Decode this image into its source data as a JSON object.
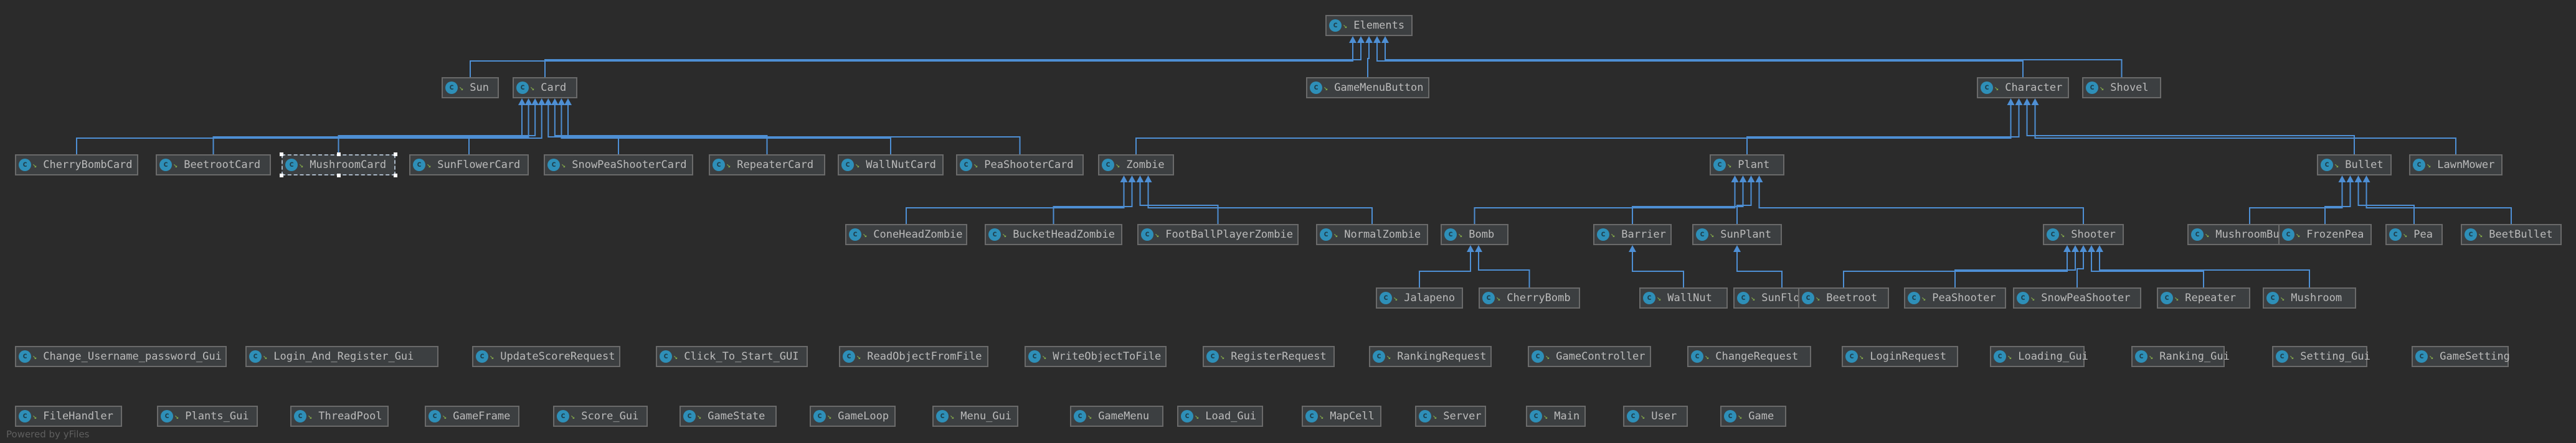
{
  "nodes": [
    {
      "id": "Elements",
      "label": "Elements",
      "icon": "class-icon"
    },
    {
      "id": "Sun",
      "label": "Sun",
      "icon": "class-icon"
    },
    {
      "id": "Card",
      "label": "Card",
      "icon": "class-icon"
    },
    {
      "id": "GameMenuButton",
      "label": "GameMenuButton",
      "icon": "class-icon"
    },
    {
      "id": "Character",
      "label": "Character",
      "icon": "class-icon"
    },
    {
      "id": "Shovel",
      "label": "Shovel",
      "icon": "class-icon"
    },
    {
      "id": "CherryBombCard",
      "label": "CherryBombCard",
      "icon": "class-icon"
    },
    {
      "id": "BeetrootCard",
      "label": "BeetrootCard",
      "icon": "class-icon"
    },
    {
      "id": "MushroomCard",
      "label": "MushroomCard",
      "icon": "class-icon"
    },
    {
      "id": "SunFlowerCard",
      "label": "SunFlowerCard",
      "icon": "class-icon"
    },
    {
      "id": "SnowPeaShooterCard",
      "label": "SnowPeaShooterCard",
      "icon": "class-icon"
    },
    {
      "id": "RepeaterCard",
      "label": "RepeaterCard",
      "icon": "class-icon"
    },
    {
      "id": "WallNutCard",
      "label": "WallNutCard",
      "icon": "class-icon"
    },
    {
      "id": "PeaShooterCard",
      "label": "PeaShooterCard",
      "icon": "class-icon"
    },
    {
      "id": "Zombie",
      "label": "Zombie",
      "icon": "class-icon"
    },
    {
      "id": "Plant",
      "label": "Plant",
      "icon": "class-icon"
    },
    {
      "id": "Bullet",
      "label": "Bullet",
      "icon": "class-icon"
    },
    {
      "id": "LawnMower",
      "label": "LawnMower",
      "icon": "class-icon"
    },
    {
      "id": "ConeHeadZombie",
      "label": "ConeHeadZombie",
      "icon": "class-icon"
    },
    {
      "id": "BucketHeadZombie",
      "label": "BucketHeadZombie",
      "icon": "class-icon"
    },
    {
      "id": "FootBallPlayerZombie",
      "label": "FootBallPlayerZombie",
      "icon": "class-icon"
    },
    {
      "id": "NormalZombie",
      "label": "NormalZombie",
      "icon": "class-icon"
    },
    {
      "id": "Bomb",
      "label": "Bomb",
      "icon": "class-icon"
    },
    {
      "id": "Barrier",
      "label": "Barrier",
      "icon": "class-icon"
    },
    {
      "id": "SunPlant",
      "label": "SunPlant",
      "icon": "class-icon"
    },
    {
      "id": "Shooter",
      "label": "Shooter",
      "icon": "class-icon"
    },
    {
      "id": "MushroomBullet",
      "label": "MushroomBullet",
      "icon": "class-icon"
    },
    {
      "id": "FrozenPea",
      "label": "FrozenPea",
      "icon": "class-icon"
    },
    {
      "id": "Pea",
      "label": "Pea",
      "icon": "class-icon"
    },
    {
      "id": "BeetBullet",
      "label": "BeetBullet",
      "icon": "class-icon"
    },
    {
      "id": "Jalapeno",
      "label": "Jalapeno",
      "icon": "class-icon"
    },
    {
      "id": "CherryBomb",
      "label": "CherryBomb",
      "icon": "class-icon"
    },
    {
      "id": "WallNut",
      "label": "WallNut",
      "icon": "class-icon"
    },
    {
      "id": "SunFlower",
      "label": "SunFlower",
      "icon": "class-icon"
    },
    {
      "id": "Beetroot",
      "label": "Beetroot",
      "icon": "class-icon"
    },
    {
      "id": "PeaShooter",
      "label": "PeaShooter",
      "icon": "class-icon"
    },
    {
      "id": "SnowPeaShooter",
      "label": "SnowPeaShooter",
      "icon": "class-icon"
    },
    {
      "id": "Repeater",
      "label": "Repeater",
      "icon": "class-icon"
    },
    {
      "id": "Mushroom",
      "label": "Mushroom",
      "icon": "class-icon"
    },
    {
      "id": "Change_Username_password_Gui",
      "label": "Change_Username_password_Gui",
      "icon": "class-icon"
    },
    {
      "id": "Login_And_Register_Gui",
      "label": "Login_And_Register_Gui",
      "icon": "class-icon"
    },
    {
      "id": "UpdateScoreRequest",
      "label": "UpdateScoreRequest",
      "icon": "class-icon"
    },
    {
      "id": "Click_To_Start_GUI",
      "label": "Click_To_Start_GUI",
      "icon": "class-icon"
    },
    {
      "id": "ReadObjectFromFile",
      "label": "ReadObjectFromFile",
      "icon": "class-icon"
    },
    {
      "id": "WriteObjectToFile",
      "label": "WriteObjectToFile",
      "icon": "class-icon"
    },
    {
      "id": "RegisterRequest",
      "label": "RegisterRequest",
      "icon": "class-icon"
    },
    {
      "id": "RankingRequest",
      "label": "RankingRequest",
      "icon": "class-icon"
    },
    {
      "id": "GameController",
      "label": "GameController",
      "icon": "class-icon"
    },
    {
      "id": "ChangeRequest",
      "label": "ChangeRequest",
      "icon": "class-icon"
    },
    {
      "id": "LoginRequest",
      "label": "LoginRequest",
      "icon": "class-icon"
    },
    {
      "id": "Loading_Gui",
      "label": "Loading_Gui",
      "icon": "class-icon"
    },
    {
      "id": "Ranking_Gui",
      "label": "Ranking_Gui",
      "icon": "class-icon"
    },
    {
      "id": "Setting_Gui",
      "label": "Setting_Gui",
      "icon": "class-icon"
    },
    {
      "id": "GameSetting",
      "label": "GameSetting",
      "icon": "class-icon"
    },
    {
      "id": "FileHandler",
      "label": "FileHandler",
      "icon": "class-icon"
    },
    {
      "id": "Plants_Gui",
      "label": "Plants_Gui",
      "icon": "class-icon"
    },
    {
      "id": "ThreadPool",
      "label": "ThreadPool",
      "icon": "class-icon"
    },
    {
      "id": "GameFrame",
      "label": "GameFrame",
      "icon": "class-icon"
    },
    {
      "id": "Score_Gui",
      "label": "Score_Gui",
      "icon": "class-icon"
    },
    {
      "id": "GameState",
      "label": "GameState",
      "icon": "class-icon"
    },
    {
      "id": "GameLoop",
      "label": "GameLoop",
      "icon": "class-icon"
    },
    {
      "id": "Menu_Gui",
      "label": "Menu_Gui",
      "icon": "class-icon"
    },
    {
      "id": "GameMenu",
      "label": "GameMenu",
      "icon": "class-icon"
    },
    {
      "id": "Load_Gui",
      "label": "Load_Gui",
      "icon": "class-icon"
    },
    {
      "id": "MapCell",
      "label": "MapCell",
      "icon": "class-icon"
    },
    {
      "id": "Server",
      "label": "Server",
      "icon": "class-icon"
    },
    {
      "id": "Main",
      "label": "Main",
      "icon": "class-icon"
    },
    {
      "id": "User",
      "label": "User",
      "icon": "class-icon"
    },
    {
      "id": "Game",
      "label": "Game",
      "icon": "class-icon"
    }
  ],
  "edges": [
    {
      "from": "Sun",
      "to": "Elements"
    },
    {
      "from": "Card",
      "to": "Elements"
    },
    {
      "from": "GameMenuButton",
      "to": "Elements"
    },
    {
      "from": "Character",
      "to": "Elements"
    },
    {
      "from": "Shovel",
      "to": "Elements"
    },
    {
      "from": "CherryBombCard",
      "to": "Card"
    },
    {
      "from": "BeetrootCard",
      "to": "Card"
    },
    {
      "from": "MushroomCard",
      "to": "Card"
    },
    {
      "from": "SunFlowerCard",
      "to": "Card"
    },
    {
      "from": "SnowPeaShooterCard",
      "to": "Card"
    },
    {
      "from": "RepeaterCard",
      "to": "Card"
    },
    {
      "from": "WallNutCard",
      "to": "Card"
    },
    {
      "from": "PeaShooterCard",
      "to": "Card"
    },
    {
      "from": "Zombie",
      "to": "Character"
    },
    {
      "from": "Plant",
      "to": "Character"
    },
    {
      "from": "Bullet",
      "to": "Character"
    },
    {
      "from": "LawnMower",
      "to": "Character"
    },
    {
      "from": "ConeHeadZombie",
      "to": "Zombie"
    },
    {
      "from": "BucketHeadZombie",
      "to": "Zombie"
    },
    {
      "from": "FootBallPlayerZombie",
      "to": "Zombie"
    },
    {
      "from": "NormalZombie",
      "to": "Zombie"
    },
    {
      "from": "Bomb",
      "to": "Plant"
    },
    {
      "from": "Barrier",
      "to": "Plant"
    },
    {
      "from": "SunPlant",
      "to": "Plant"
    },
    {
      "from": "Shooter",
      "to": "Plant"
    },
    {
      "from": "MushroomBullet",
      "to": "Bullet"
    },
    {
      "from": "FrozenPea",
      "to": "Bullet"
    },
    {
      "from": "Pea",
      "to": "Bullet"
    },
    {
      "from": "BeetBullet",
      "to": "Bullet"
    },
    {
      "from": "Jalapeno",
      "to": "Bomb"
    },
    {
      "from": "CherryBomb",
      "to": "Bomb"
    },
    {
      "from": "WallNut",
      "to": "Barrier"
    },
    {
      "from": "SunFlower",
      "to": "SunPlant"
    },
    {
      "from": "Beetroot",
      "to": "Shooter"
    },
    {
      "from": "PeaShooter",
      "to": "Shooter"
    },
    {
      "from": "SnowPeaShooter",
      "to": "Shooter"
    },
    {
      "from": "Repeater",
      "to": "Shooter"
    },
    {
      "from": "Mushroom",
      "to": "Shooter"
    }
  ],
  "selected_node": "MushroomCard",
  "watermark": "Powered by yFiles",
  "colors": {
    "background": "#2b2b2b",
    "node_fill": "#3c3f41",
    "node_border": "#6a6a6a",
    "edge": "#4e8fd4",
    "text": "#bbbbbb",
    "class_icon": "#2e8fb8",
    "visibility_icon": "#8ab34a"
  }
}
